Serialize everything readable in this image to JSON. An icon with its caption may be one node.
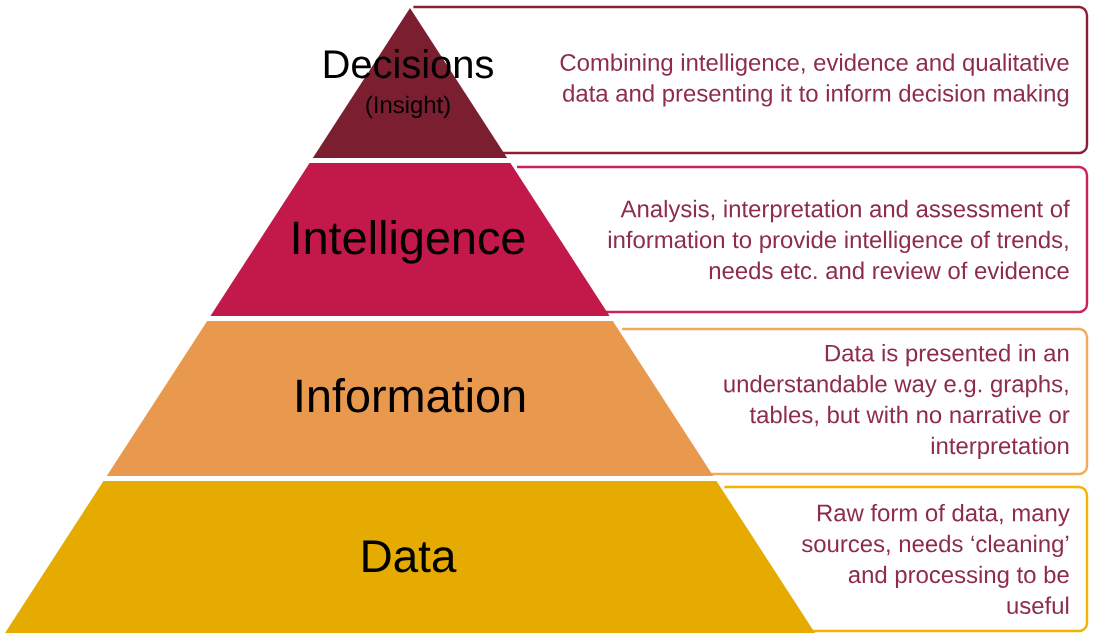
{
  "diagram": {
    "nodes": [
      {
        "text": [
          "Decisions",
          "(Insight)"
        ]
      },
      {
        "text": [
          "Combining intelligence, evidence and qualitative data and presenting it to inform decision making"
        ]
      },
      {
        "text": [
          "Intelligence"
        ]
      },
      {
        "text": [
          "Analysis, interpretation and assessment of information to provide intelligence of trends, needs etc. and review of evidence"
        ]
      },
      {
        "text": [
          "Information"
        ]
      },
      {
        "text": [
          "Data is presented in an understandable way e.g. graphs, tables, but with no narrative or interpretation"
        ]
      },
      {
        "text": [
          "Data"
        ]
      },
      {
        "text": [
          "Raw form of data, many sources, needs ‘cleaning’ and processing to be useful"
        ]
      }
    ]
  }
}
